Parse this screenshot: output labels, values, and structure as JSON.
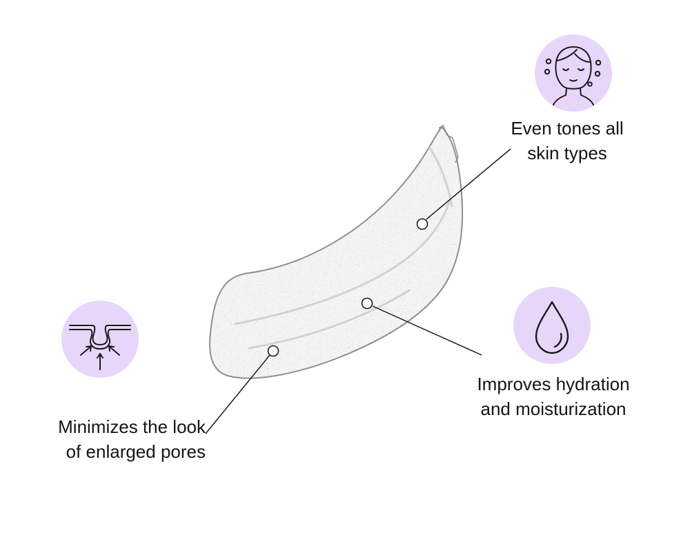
{
  "colors": {
    "badge_fill": "#e7d6fa",
    "icon_stroke": "#1a1a1a",
    "leader_line": "#1a1a1a",
    "gel_outline": "#8e8e8e",
    "gel_fill": "#f4f4f4",
    "text": "#141414"
  },
  "callouts": [
    {
      "id": "tone",
      "icon": "face-icon",
      "lines": [
        "Even tones all",
        "skin types"
      ]
    },
    {
      "id": "hydration",
      "icon": "water-drop-icon",
      "lines": [
        "Improves hydration",
        "and moisturization"
      ]
    },
    {
      "id": "pores",
      "icon": "pore-icon",
      "lines": [
        "Minimizes the look",
        "of enlarged pores"
      ]
    }
  ]
}
